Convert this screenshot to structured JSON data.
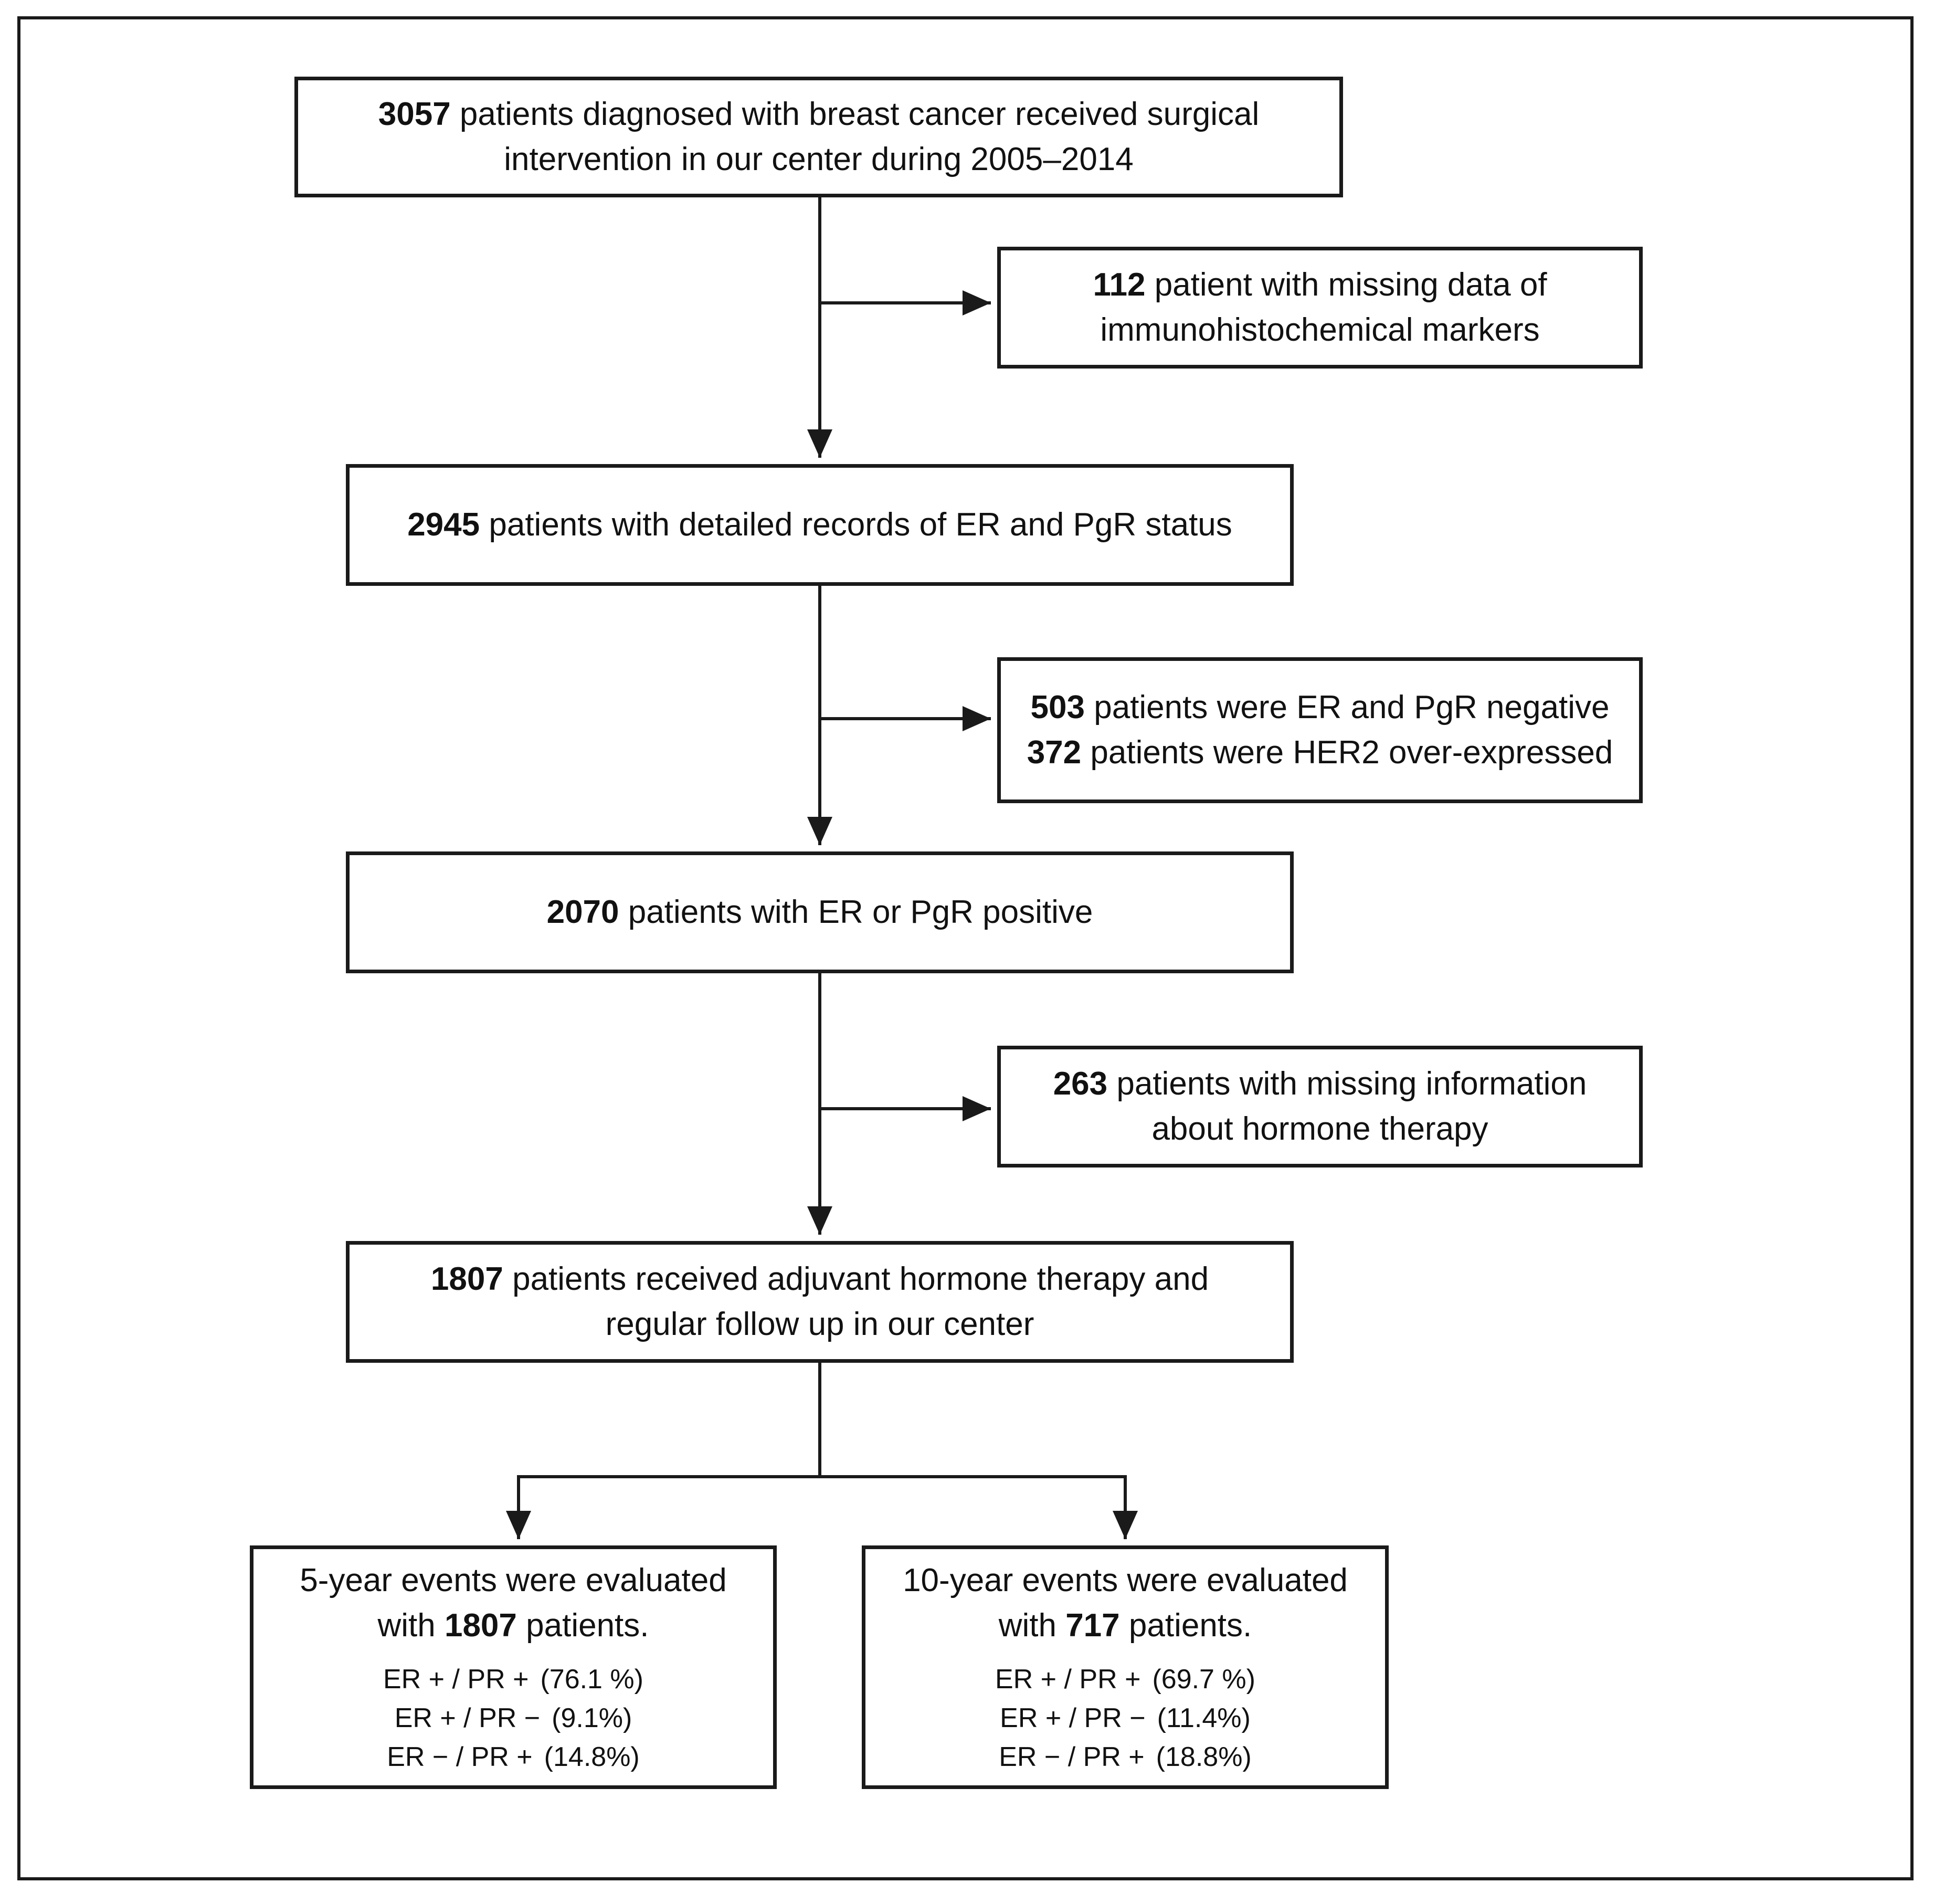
{
  "boxes": {
    "total": {
      "line1": {
        "number": "3057",
        "text": " patients diagnosed with breast cancer received surgical"
      },
      "line2": "intervention in our center during 2005–2014"
    },
    "excluded_ihc": {
      "line1": {
        "number": "112",
        "text": " patient with missing data of"
      },
      "line2": "immunohistochemical markers"
    },
    "er_pgr_records": {
      "line1": {
        "number": "2945",
        "text": " patients with detailed records of ER and PgR status"
      }
    },
    "excluded_negative": {
      "line1": {
        "number": "503",
        "text": " patients were ER and PgR negative"
      },
      "line2": {
        "number": "372",
        "text": " patients were HER2 over-expressed"
      }
    },
    "positive": {
      "line1": {
        "number": "2070",
        "text": " patients with ER or PgR positive"
      }
    },
    "excluded_hormone": {
      "line1": {
        "number": "263",
        "text": " patients with missing information"
      },
      "line2": "about hormone therapy"
    },
    "followup": {
      "line1": {
        "number": "1807",
        "text": " patients received adjuvant hormone therapy and"
      },
      "line2": "regular follow up in our center"
    },
    "five_year": {
      "line1": "5-year events were evaluated",
      "line2": {
        "prefix": "with ",
        "number": "1807",
        "suffix": " patients."
      },
      "distribution": [
        {
          "label": "ER + / PR +",
          "value": "(76.1 %)"
        },
        {
          "label": "ER + / PR −",
          "value": "(9.1%)"
        },
        {
          "label": "ER − / PR +",
          "value": "(14.8%)"
        }
      ]
    },
    "ten_year": {
      "line1": "10-year events were evaluated",
      "line2": {
        "prefix": "with ",
        "number": "717",
        "suffix": " patients."
      },
      "distribution": [
        {
          "label": "ER + / PR +",
          "value": "(69.7 %)"
        },
        {
          "label": "ER + / PR −",
          "value": "(11.4%)"
        },
        {
          "label": "ER − / PR +",
          "value": "(18.8%)"
        }
      ]
    }
  }
}
